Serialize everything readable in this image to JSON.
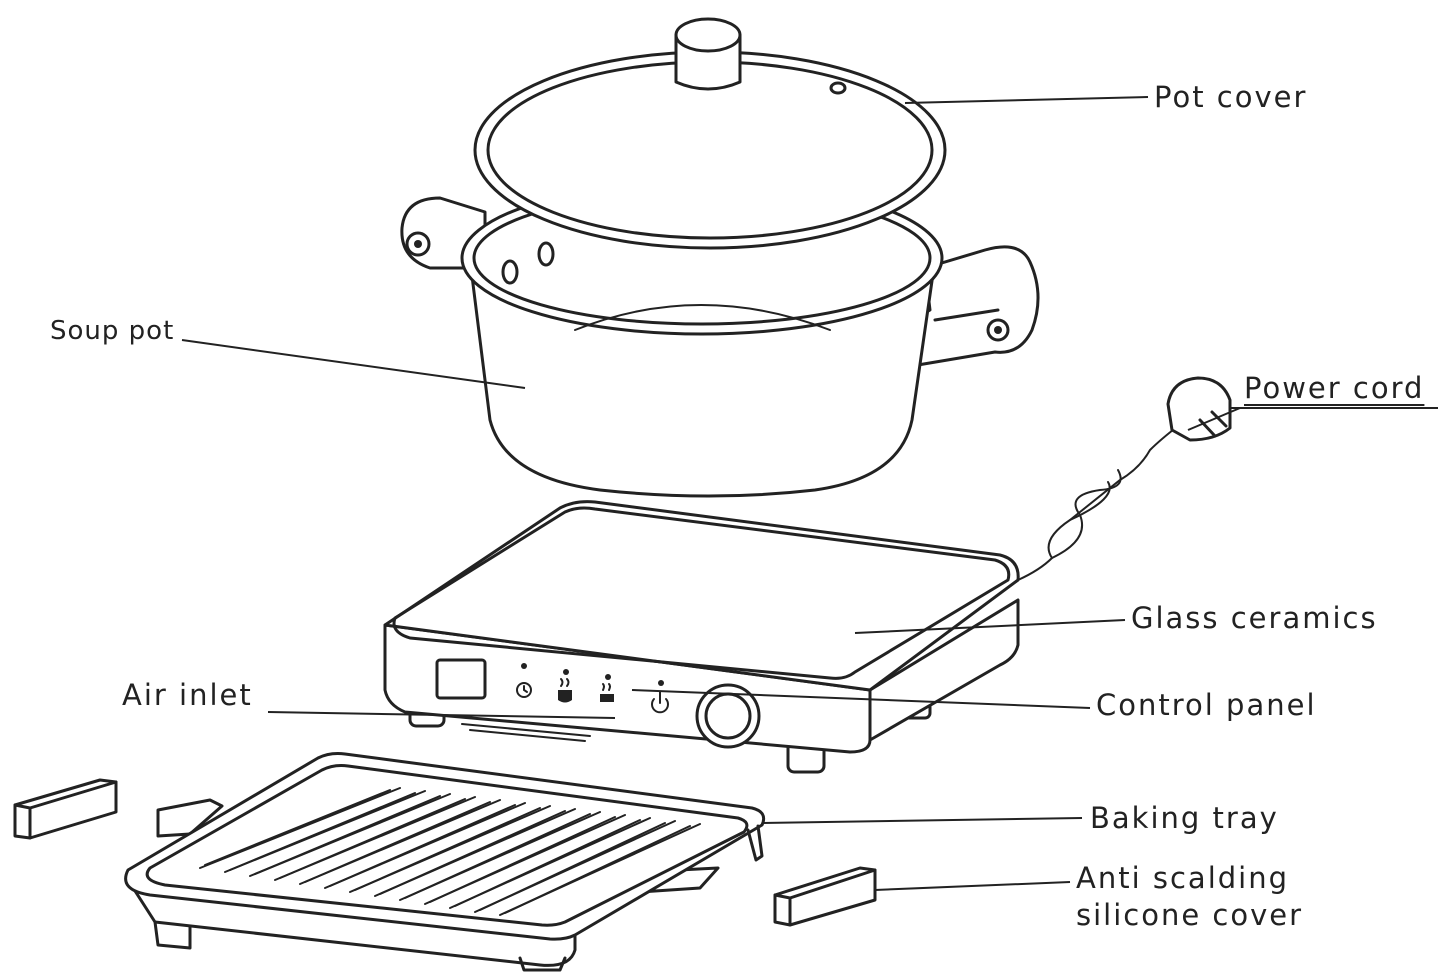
{
  "diagram": {
    "labels": {
      "pot_cover": "Pot cover",
      "soup_pot": "Soup pot",
      "power_cord": "Power cord",
      "glass_ceramics": "Glass ceramics",
      "air_inlet": "Air inlet",
      "control_panel": "Control panel",
      "baking_tray": "Baking tray",
      "anti_scalding_line1": "Anti scalding",
      "anti_scalding_line2": "silicone cover"
    },
    "components": [
      "pot-cover",
      "soup-pot",
      "power-cord",
      "glass-ceramics",
      "air-inlet",
      "control-panel",
      "baking-tray",
      "anti-scalding-silicone-cover"
    ],
    "icons": [
      "timer-icon",
      "hotpot-icon",
      "grill-icon",
      "power-icon",
      "control-knob-icon"
    ],
    "colors": {
      "line": "#222222",
      "background": "#ffffff"
    }
  }
}
